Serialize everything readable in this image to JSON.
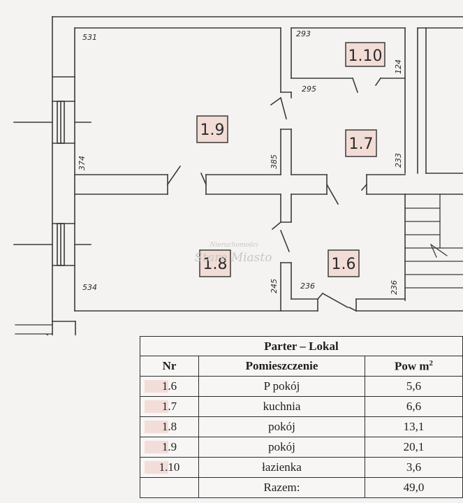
{
  "plan": {
    "rooms": [
      {
        "id": "1.10",
        "label": "1.10"
      },
      {
        "id": "1.9",
        "label": "1.9"
      },
      {
        "id": "1.7",
        "label": "1.7"
      },
      {
        "id": "1.8",
        "label": "1.8"
      },
      {
        "id": "1.6",
        "label": "1.6"
      }
    ],
    "dimensions": {
      "d531": "531",
      "d293": "293",
      "d124": "124",
      "d295": "295",
      "d374": "374",
      "d385": "385",
      "d233": "233",
      "d534": "534",
      "d245": "245",
      "d236a": "236",
      "d236b": "236"
    },
    "watermark": {
      "line1": "Nieruchomości",
      "line2": "Stare Miasto"
    }
  },
  "table": {
    "title": "Parter – Lokal",
    "headers": {
      "nr": "Nr",
      "name": "Pomieszczenie",
      "area": "Pow m",
      "area_sup": "2"
    },
    "rows": [
      {
        "nr": "1.6",
        "name": "P pokój",
        "area": "5,6"
      },
      {
        "nr": "1.7",
        "name": "kuchnia",
        "area": "6,6"
      },
      {
        "nr": "1.8",
        "name": "pokój",
        "area": "13,1"
      },
      {
        "nr": "1.9",
        "name": "pokój",
        "area": "20,1"
      },
      {
        "nr": "1.10",
        "name": "łazienka",
        "area": "3,6"
      }
    ],
    "total": {
      "label": "Razem:",
      "area": "49,0"
    }
  }
}
